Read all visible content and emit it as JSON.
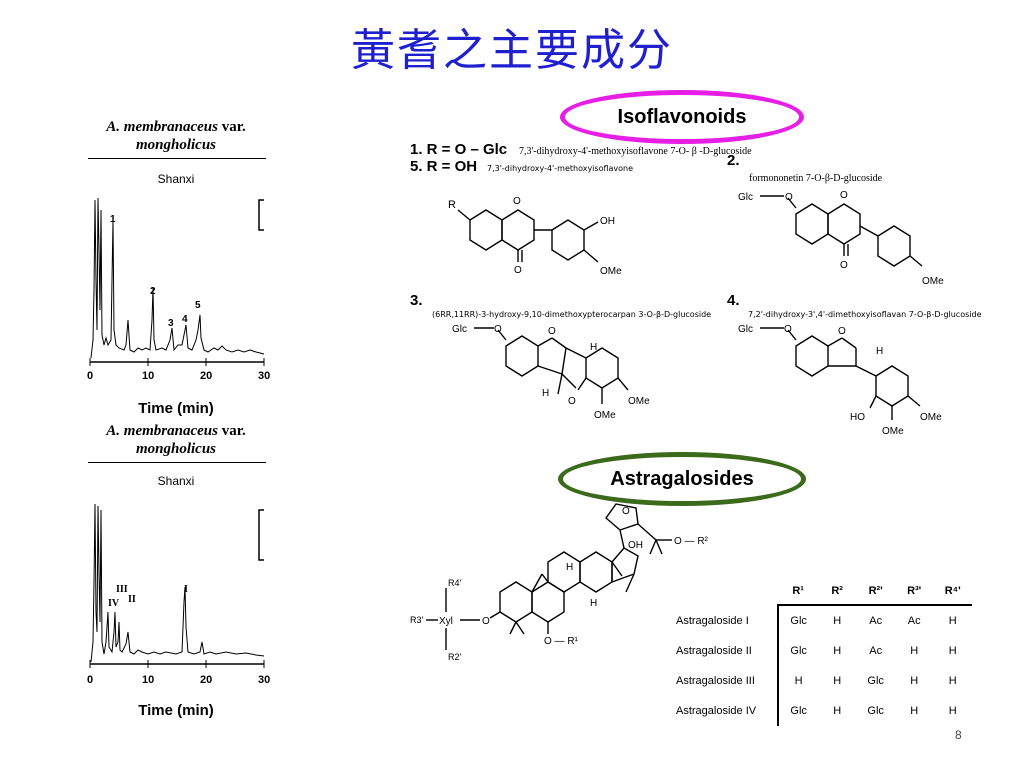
{
  "slide": {
    "title": "黃耆之主要成分",
    "page_number": "8"
  },
  "chromatograms": [
    {
      "species": "A. membranaceus",
      "var": "var.",
      "variety": "mongholicus",
      "site": "Shanxi",
      "x_ticks": [
        "0",
        "10",
        "20",
        "30"
      ],
      "x_label": "Time (min)",
      "peak_labels": [
        "1",
        "2",
        "3",
        "4",
        "5"
      ]
    },
    {
      "species": "A. membranaceus",
      "var": "var.",
      "variety": "mongholicus",
      "site": "Shanxi",
      "x_ticks": [
        "0",
        "10",
        "20",
        "30"
      ],
      "x_label": "Time (min)",
      "peak_labels": [
        "III",
        "IV",
        "II",
        "I"
      ]
    }
  ],
  "isoflavonoids": {
    "heading": "Isoflavonoids",
    "accent_color": "#e61ee6",
    "compounds": [
      {
        "formula": "1.  R = O – Glc",
        "name": "7,3'-dihydroxy-4'-methoxyisoflavone 7-O- β -D-glucoside"
      },
      {
        "formula": "5.  R = OH",
        "name": "7,3'-dihydroxy-4'-methoxyisoflavone"
      },
      {
        "formula": "2.",
        "name": "formononetin 7-O-β-D-glucoside"
      },
      {
        "formula": "3.",
        "name": "(6RR,11RR)-3-hydroxy-9,10-dimethoxypterocarpan 3-O-β-D-glucoside"
      },
      {
        "formula": "4.",
        "name": "7,2'-dihydroxy-3',4'-dimethoxyisoflavan 7-O-β-D-glucoside"
      }
    ],
    "labels": {
      "r": "R",
      "oh": "OH",
      "o": "O",
      "ome": "OMe",
      "glc": "Glc",
      "h": "H",
      "ho": "HO"
    }
  },
  "astragalosides": {
    "heading": "Astragalosides",
    "accent_color": "#3a6a1a",
    "structure_labels": {
      "r4p": "R4'",
      "r3p": "R3'",
      "xyl": "Xyl",
      "r2p": "R2'",
      "h": "H",
      "oh": "OH",
      "o_r2": "O — R²",
      "o_r1": "O — R¹",
      "o": "O"
    },
    "table": {
      "columns": [
        "R¹",
        "R²",
        "R²'",
        "R³'",
        "R⁴'"
      ],
      "rows": [
        {
          "name": "Astragaloside I",
          "values": [
            "Glc",
            "H",
            "Ac",
            "Ac",
            "H"
          ]
        },
        {
          "name": "Astragaloside II",
          "values": [
            "Glc",
            "H",
            "Ac",
            "H",
            "H"
          ]
        },
        {
          "name": "Astragaloside III",
          "values": [
            "H",
            "H",
            "Glc",
            "H",
            "H"
          ]
        },
        {
          "name": "Astragaloside IV",
          "values": [
            "Glc",
            "H",
            "Glc",
            "H",
            "H"
          ]
        }
      ]
    }
  }
}
